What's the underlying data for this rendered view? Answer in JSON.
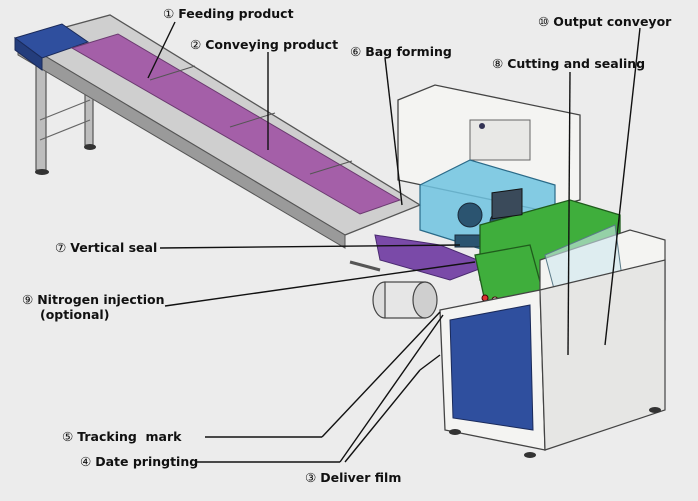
{
  "labels": {
    "feeding": {
      "num": "①",
      "text": "Feeding product"
    },
    "conveying": {
      "num": "②",
      "text": "Conveying product"
    },
    "bag": {
      "num": "⑥",
      "text": "Bag forming"
    },
    "output": {
      "num": "⑩",
      "text": "Output conveyor"
    },
    "cutting": {
      "num": "⑧",
      "text": "Cutting and sealing"
    },
    "vertical": {
      "num": "⑦",
      "text": "Vertical seal"
    },
    "nitrogen": {
      "num": "⑨",
      "text": "Nitrogen injection",
      "text2": "(optional)"
    },
    "tracking": {
      "num": "⑤",
      "text": "Tracking  mark"
    },
    "date": {
      "num": "④",
      "text": "Date pringting"
    },
    "deliver": {
      "num": "③",
      "text": "Deliver film"
    }
  },
  "colors": {
    "belt": "#a45fa8",
    "frame": "#c9c9c9",
    "cabinet_blue": "#2f4f9e",
    "hood_cyan": "#6fc3e0",
    "housing_green": "#3fae3c",
    "film_purple": "#7a4aa8",
    "wood": "#a0704a",
    "panel_white": "#f4f4f2"
  },
  "icons": [
    "touch-screen-icon",
    "control-button-icon"
  ]
}
